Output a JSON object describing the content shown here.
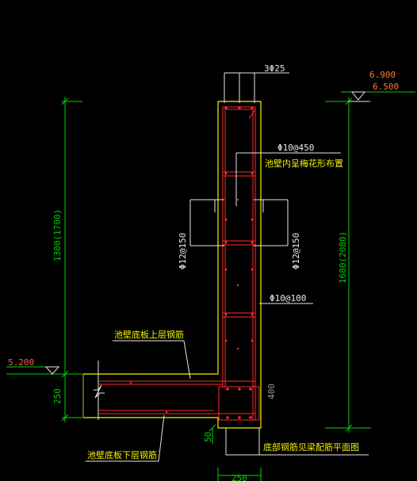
{
  "colors": {
    "background": "#000000",
    "outline": "#f2f200",
    "rebar": "#ff2a2a",
    "dimension": "#00d400",
    "leader": "#e8e8e8",
    "elevation_top": "#ff7a2a",
    "elevation_low": "#ff5a5a",
    "hint": "#9a9a9a"
  },
  "labels": {
    "top_bars": "3Φ25",
    "spacer_bars": "Φ10@450",
    "spacer_note": "池壁内呈梅花形布置",
    "vertical_bars_left": "Φ12@150",
    "vertical_bars_right": "Φ12@150",
    "horizontal_bars": "Φ10@100",
    "slab_top_bars": "池壁底板上层钢筋",
    "slab_bottom_bars": "池壁底板下层钢筋",
    "beam_note": "底部钢筋见梁配筋平面图"
  },
  "elevations": {
    "top_upper": "6.900",
    "top_lower": "6.500",
    "slab_top": "5.200"
  },
  "dimensions": {
    "left_wall_height": "1300(1700)",
    "right_wall_height": "1680(2080)",
    "slab_thickness": "250",
    "beam_depth": "400",
    "cover": "50",
    "bottom_width": "250"
  }
}
